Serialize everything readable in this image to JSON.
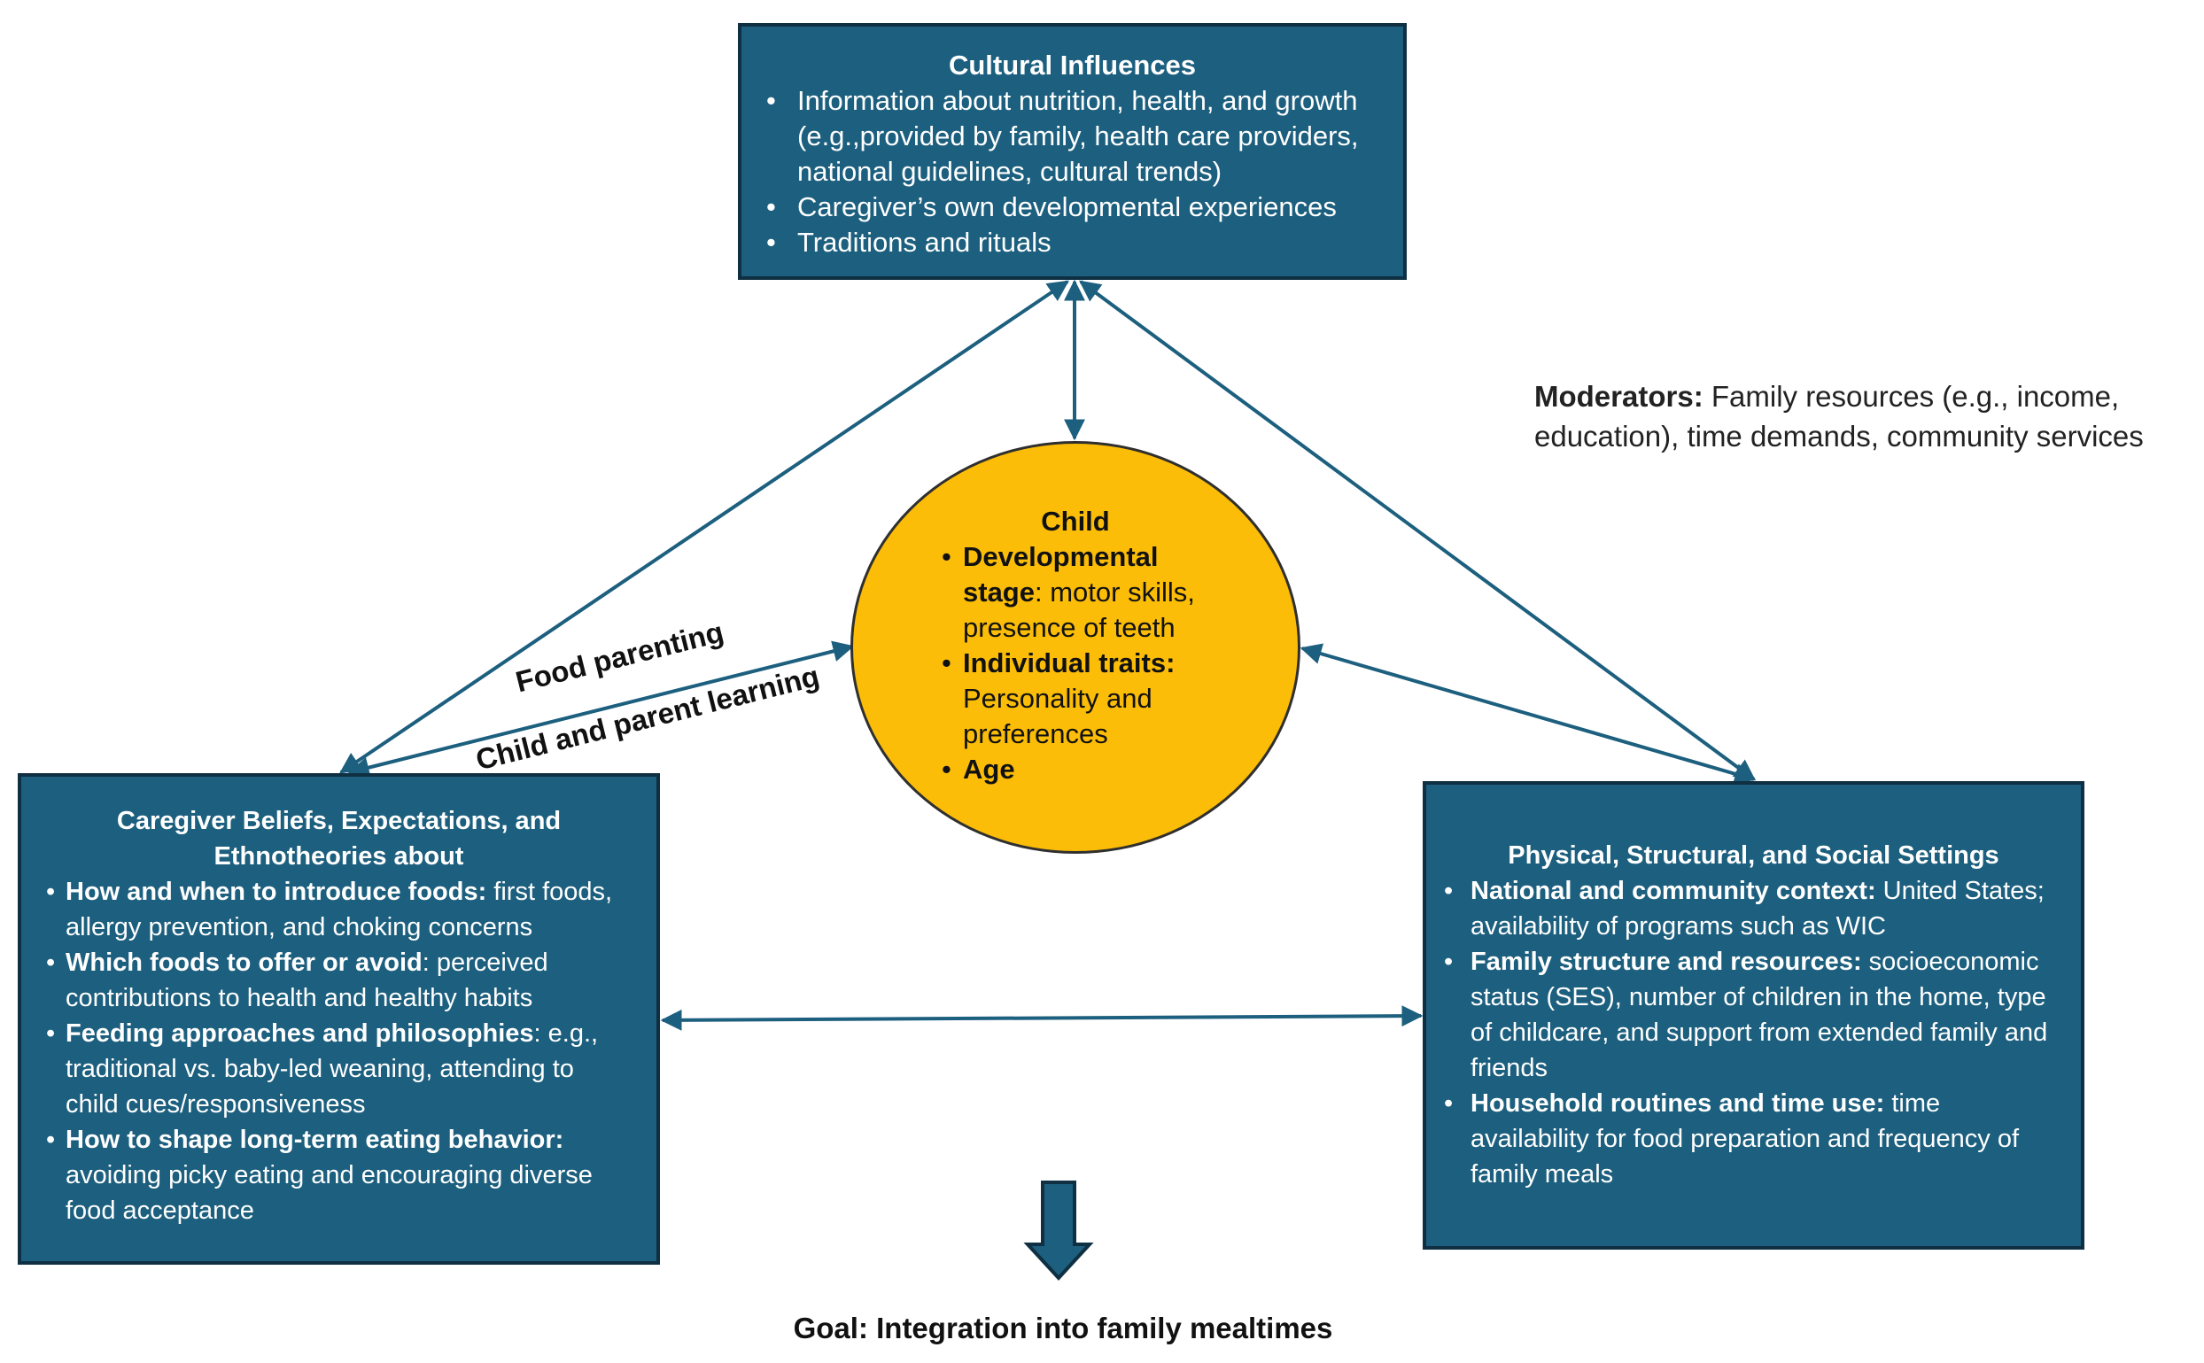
{
  "colors": {
    "box_fill": "#1c5f7e",
    "box_border": "#0f2f42",
    "child_fill": "#fbbd08",
    "arrow": "#1c5f7e"
  },
  "cultural": {
    "title": "Cultural Influences",
    "items": [
      "Information about nutrition, health, and growth (e.g.,provided by family, health care providers, national guidelines, cultural trends)",
      "Caregiver’s own developmental experiences",
      "Traditions and rituals"
    ]
  },
  "child": {
    "title": "Child",
    "items": [
      {
        "bold": "Developmental stage",
        "text": ": motor skills, presence of teeth"
      },
      {
        "bold": "Individual traits:",
        "text": " Personality and preferences"
      },
      {
        "bold": "Age",
        "text": ""
      }
    ]
  },
  "moderators": {
    "label": "Moderators:",
    "text": " Family resources (e.g., income, education), time demands, community services"
  },
  "caregiver": {
    "title": "Caregiver Beliefs, Expectations, and Ethnotheories about",
    "items": [
      {
        "bold": "How and when to introduce foods:",
        "text": " first foods, allergy prevention, and choking concerns"
      },
      {
        "bold": "Which foods to offer or avoid",
        "text": ": perceived contributions to health and healthy habits"
      },
      {
        "bold": "Feeding approaches and philosophies",
        "text": ": e.g., traditional vs. baby-led weaning, attending to child cues/responsiveness"
      },
      {
        "bold": "How to shape long-term eating behavior:",
        "text": " avoiding picky eating and encouraging diverse food acceptance"
      }
    ]
  },
  "settings": {
    "title": "Physical, Structural, and Social Settings",
    "items": [
      {
        "bold": "National and community context:",
        "text": " United States; availability of programs such as WIC"
      },
      {
        "bold": "Family structure and resources:",
        "text": " socioeconomic status (SES), number of children in the home, type of childcare, and support from extended family and friends"
      },
      {
        "bold": "Household routines and time use:",
        "text": " time availability for food preparation and frequency of family meals"
      }
    ]
  },
  "edge_labels": {
    "food_parenting": "Food parenting",
    "child_parent_learning": "Child and parent learning"
  },
  "goal": "Goal: Integration into family mealtimes"
}
